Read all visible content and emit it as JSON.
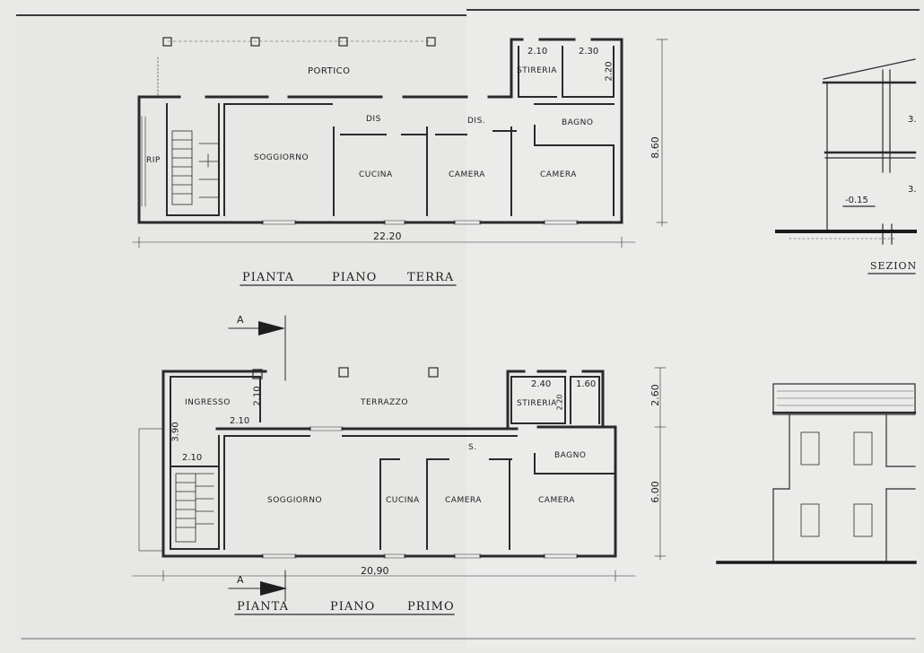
{
  "ground_floor": {
    "rooms": {
      "portico": "PORTICO",
      "stireria": "STIRERIA",
      "dis1": "DIS",
      "dis2": "DIS.",
      "bagno": "BAGNO",
      "rip": "RIP",
      "soggiorno": "SOGGIORNO",
      "cucina": "CUCINA",
      "camera1": "CAMERA",
      "camera2": "CAMERA"
    },
    "dims": {
      "d210": "2.10",
      "d230": "2.30",
      "d220": "2.20",
      "width": "22.20",
      "depth": "8.60"
    },
    "title": [
      "PIANTA",
      "PIANO",
      "TERRA"
    ]
  },
  "first_floor": {
    "section_marker": "A",
    "rooms": {
      "ingresso": "INGRESSO",
      "terrazzo": "TERRAZZO",
      "stireria": "STIRERIA",
      "dis": "S.",
      "bagno": "BAGNO",
      "soggiorno": "SOGGIORNO",
      "cucina": "CUCINA",
      "camera1": "CAMERA",
      "camera2": "CAMERA"
    },
    "dims": {
      "d390": "3.90",
      "d210a": "2.10",
      "d210b": "2.10",
      "d210c": "2.10",
      "d240": "2.40",
      "d160": "1.60",
      "d220": "2.20",
      "d260": "2.60",
      "d600": "6.00",
      "width": "20,90"
    },
    "title": [
      "PIANTA",
      "PIANO",
      "PRIMO"
    ]
  },
  "section": {
    "level": "-0.15",
    "title": "SEZION",
    "dim_a": "3.",
    "dim_b": "3."
  }
}
